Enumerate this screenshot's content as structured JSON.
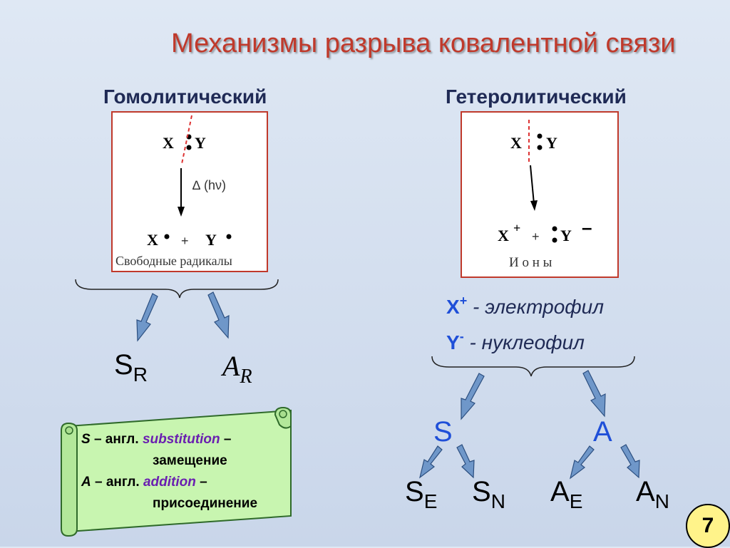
{
  "title": "Механизмы  разрыва ковалентной  связи",
  "homolytic": {
    "heading": "Гомолитический",
    "x": "X",
    "y": "Y",
    "condition": "∆ (hν)",
    "plus": "+",
    "caption": "Свободные  радикалы",
    "mech_s": "S",
    "mech_s_sub": "R",
    "mech_a": "A",
    "mech_a_sub": "R"
  },
  "heterolytic": {
    "heading": "Гетеролитический",
    "x": "X",
    "y": "Y",
    "plus_charge": "+",
    "plus": "+",
    "minus_charge": "–",
    "caption": "И о н ы",
    "x_label": "X",
    "x_sup": "+",
    "x_desc": " - электрофил",
    "y_label": "Y",
    "y_sup": "-",
    "y_desc": " - нуклеофил",
    "S": "S",
    "A": "A",
    "se": "S",
    "se_sub": "E",
    "sn": "S",
    "sn_sub": "N",
    "ae": "A",
    "ae_sub": "E",
    "an": "A",
    "an_sub": "N"
  },
  "scroll": {
    "line1_a": "S",
    "line1_b": " – англ. ",
    "line1_c": "substitution",
    "line1_d": " –",
    "line2": "замещение",
    "line3_a": "A",
    "line3_b": " – англ. ",
    "line3_c": "addition",
    "line3_d": " –",
    "line4": "присоединение"
  },
  "page_number": "7",
  "colors": {
    "title": "#c0392b",
    "accent_blue": "#1f4fd8",
    "arrow_fill": "#6f97c9",
    "scroll_fill": "#c8f5b0",
    "badge": "#fff38a"
  }
}
